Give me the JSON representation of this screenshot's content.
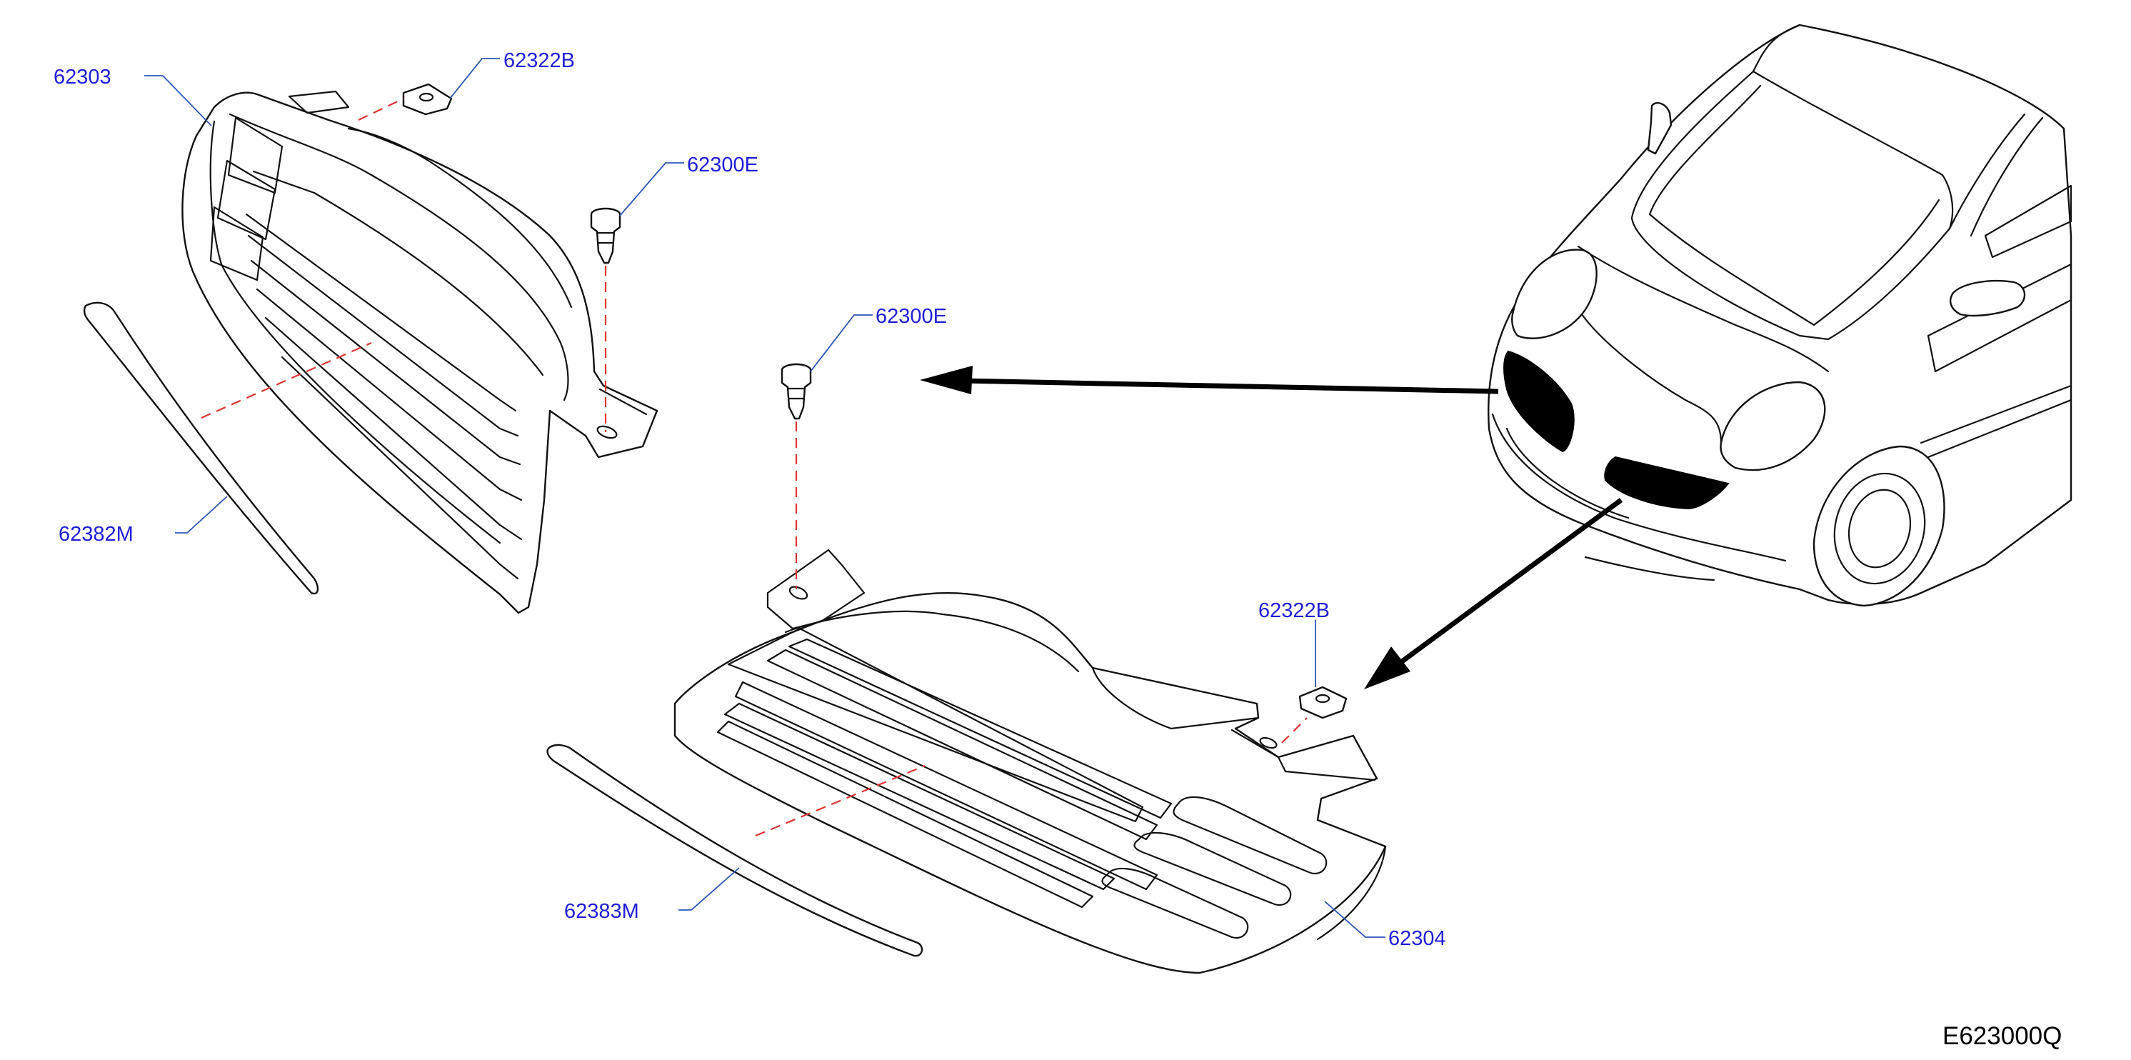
{
  "callouts": {
    "upper_grille": "62303",
    "upper_clip_nut": "62322B",
    "upper_clip": "62300E",
    "upper_molding": "62382M",
    "lower_clip": "62300E",
    "lower_clip_nut": "62322B",
    "lower_molding": "62383M",
    "lower_grille": "62304"
  },
  "diagram_code": "E623000Q",
  "colors": {
    "callout_text": "#1f1fd6",
    "leader_line": "#2b55b8",
    "alignment_dash": "#e03434",
    "outline": "#111111"
  }
}
